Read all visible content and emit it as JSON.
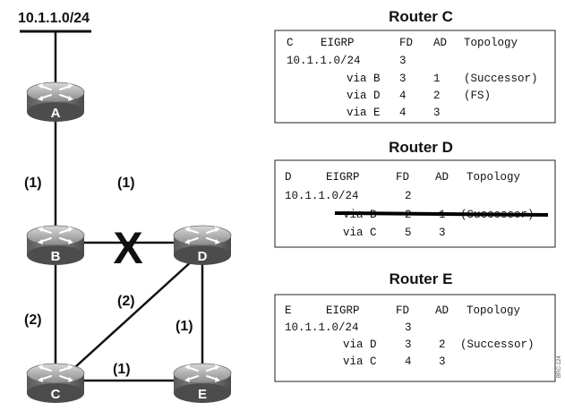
{
  "network": {
    "prefix_label": "10.1.1.0/24",
    "routers": [
      {
        "id": "A",
        "label": "A"
      },
      {
        "id": "B",
        "label": "B"
      },
      {
        "id": "C",
        "label": "C"
      },
      {
        "id": "D",
        "label": "D"
      },
      {
        "id": "E",
        "label": "E"
      }
    ],
    "links": {
      "a_b": "(1)",
      "b_d": "(1)",
      "b_c": "(2)",
      "c_d": "(2)",
      "d_e": "(1)",
      "c_e": "(1)"
    },
    "failed_link_mark": "X"
  },
  "tables": {
    "router_c": {
      "title": "Router C",
      "rows": [
        {
          "name": "C",
          "proto": "EIGRP",
          "fd": "FD",
          "ad": "AD",
          "note": "Topology"
        },
        {
          "name": "10.1.1.0/24",
          "fd": "3"
        },
        {
          "name": "via B",
          "fd": "3",
          "ad": "1",
          "note": "(Successor)"
        },
        {
          "name": "via D",
          "fd": "4",
          "ad": "2",
          "note": "(FS)"
        },
        {
          "name": "via E",
          "fd": "4",
          "ad": "3"
        }
      ]
    },
    "router_d": {
      "title": "Router D",
      "rows": [
        {
          "name": "D",
          "proto": "EIGRP",
          "fd": "FD",
          "ad": "AD",
          "note": "Topology"
        },
        {
          "name": "10.1.1.0/24",
          "fd": "2"
        },
        {
          "name": "via B",
          "fd": "2",
          "ad": "1",
          "note": "(Successor)",
          "struck": true
        },
        {
          "name": "via C",
          "fd": "5",
          "ad": "3"
        }
      ]
    },
    "router_e": {
      "title": "Router E",
      "rows": [
        {
          "name": "E",
          "proto": "EIGRP",
          "fd": "FD",
          "ad": "AD",
          "note": "Topology"
        },
        {
          "name": "10.1.1.0/24",
          "fd": "3"
        },
        {
          "name": "via D",
          "fd": "3",
          "ad": "2",
          "note": "(Successor)"
        },
        {
          "name": "via C",
          "fd": "4",
          "ad": "3"
        }
      ]
    }
  },
  "stamp": "BRC-124"
}
